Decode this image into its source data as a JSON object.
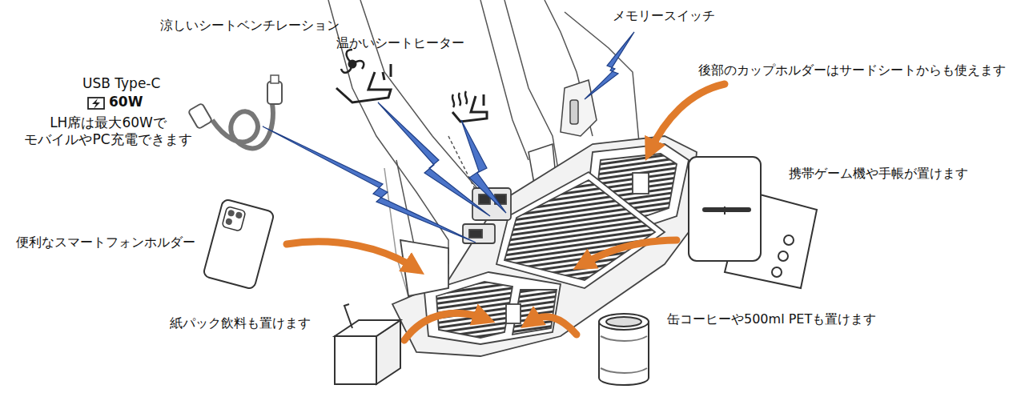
{
  "diagram": {
    "labels": [
      "涼しいシートベンチレーション",
      "温かいシートヒーター",
      "メモリースイッチ",
      "後部のカップホルダーはサードシートからも使えます",
      "USB Type-C",
      "60W",
      "LH席は最大60Wで モバイルやPC充電できます",
      "携帯ゲーム機や手帳が置けます",
      "便利なスマートフォンホルダー",
      "紙パック飲料も置けます",
      "缶コーヒーや500ml PETも置けます"
    ]
  }
}
